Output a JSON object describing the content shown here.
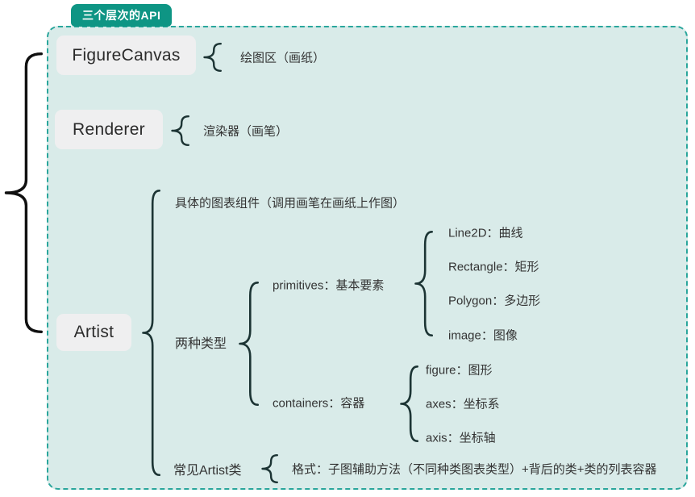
{
  "badge": {
    "label": "三个层次的API"
  },
  "colors": {
    "badge_bg": "#0e9584",
    "panel_bg": "#d9ebe9",
    "panel_border": "#2aa69c",
    "node_bg": "#efeff0",
    "text": "#343434",
    "brace": "#1c3434",
    "big_brace": "#101010"
  },
  "tree": {
    "figurecanvas": {
      "label": "FigureCanvas",
      "desc": "绘图区（画纸）"
    },
    "renderer": {
      "label": "Renderer",
      "desc": "渲染器（画笔）"
    },
    "artist": {
      "label": "Artist",
      "component_desc": "具体的图表组件（调用画笔在画纸上作图）",
      "two_types": {
        "label": "两种类型",
        "primitives": {
          "label": "primitives：基本要素",
          "items": [
            "Line2D：曲线",
            "Rectangle：矩形",
            "Polygon：多边形",
            "image：图像"
          ]
        },
        "containers": {
          "label": "containers：容器",
          "items": [
            "figure：图形",
            "axes：坐标系",
            "axis：坐标轴"
          ]
        }
      },
      "common_artist": {
        "label": "常见Artist类",
        "desc": "格式：子图辅助方法（不同种类图表类型）+背后的类+类的列表容器"
      }
    }
  }
}
